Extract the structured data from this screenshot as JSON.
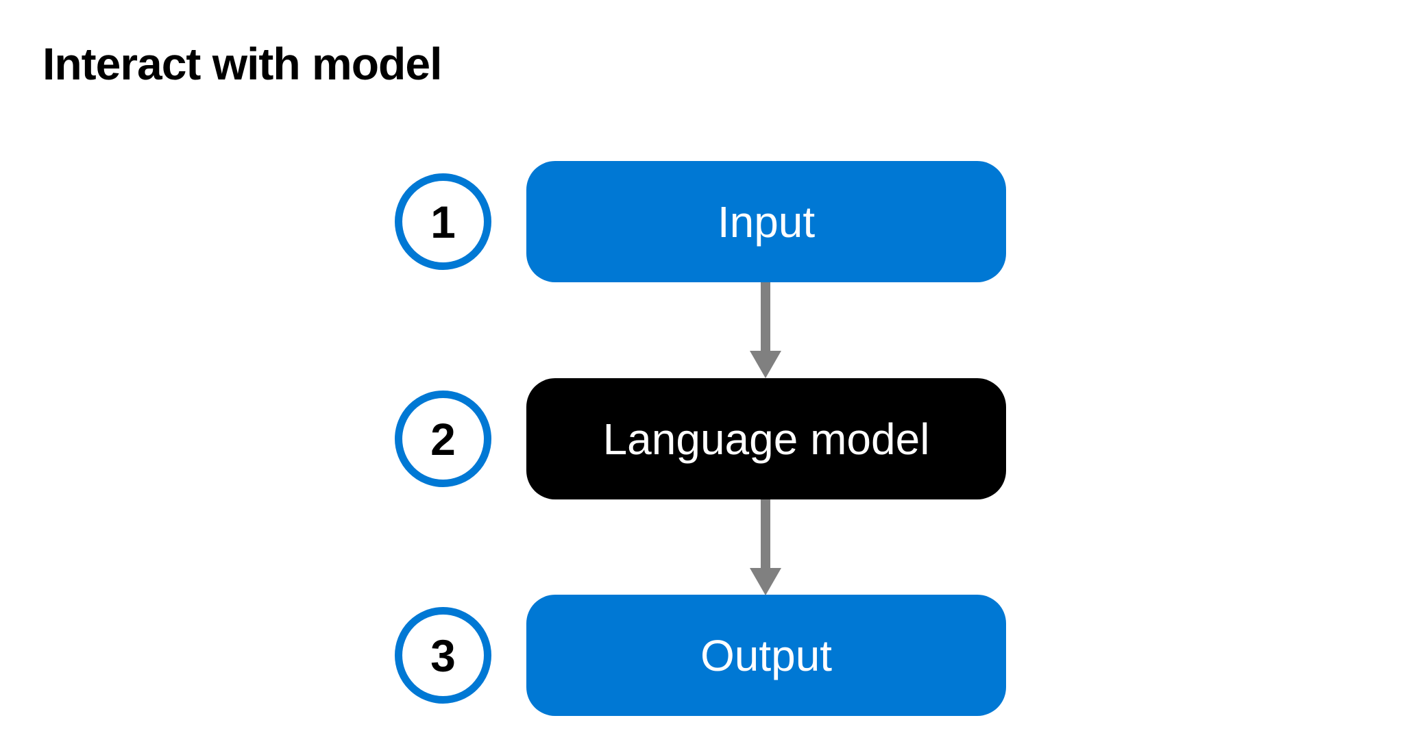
{
  "title": "Interact with model",
  "colors": {
    "accent_blue": "#0078D4",
    "box_black": "#000000",
    "arrow_gray": "#808080",
    "box_text": "#FFFFFF",
    "step_number": "#000000",
    "background": "#FFFFFF"
  },
  "steps": [
    {
      "number": "1",
      "label": "Input",
      "box_color": "#0078D4"
    },
    {
      "number": "2",
      "label": "Language model",
      "box_color": "#000000"
    },
    {
      "number": "3",
      "label": "Output",
      "box_color": "#0078D4"
    }
  ],
  "arrows": [
    {
      "from": "Input",
      "to": "Language model",
      "direction": "down"
    },
    {
      "from": "Language model",
      "to": "Output",
      "direction": "down"
    }
  ]
}
